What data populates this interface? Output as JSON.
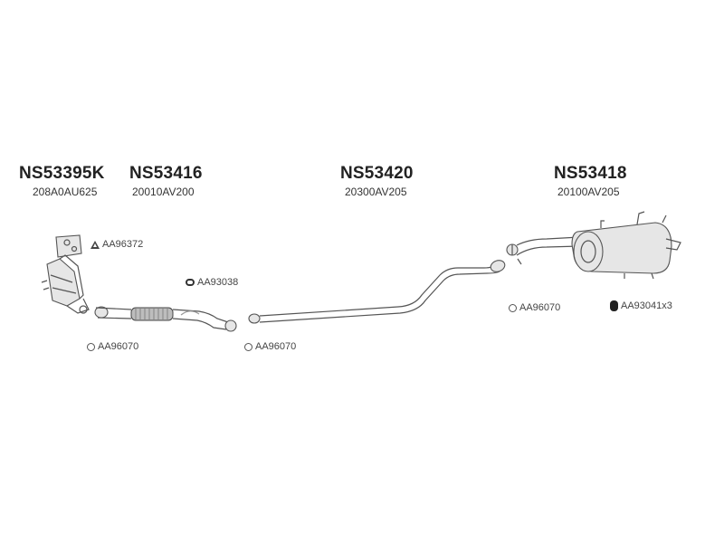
{
  "parts": [
    {
      "code": "NS53395K",
      "oem": "208A0AU625"
    },
    {
      "code": "NS53416",
      "oem": "20010AV200"
    },
    {
      "code": "NS53420",
      "oem": "20300AV205"
    },
    {
      "code": "NS53418",
      "oem": "20100AV205"
    }
  ],
  "accessories": [
    {
      "label": "AA96372",
      "icon": "gasket-triangle-icon"
    },
    {
      "label": "AA93038",
      "icon": "clamp-icon"
    },
    {
      "label": "AA96070",
      "icon": "ring-gasket-icon"
    },
    {
      "label": "AA96070",
      "icon": "ring-gasket-icon"
    },
    {
      "label": "AA96070",
      "icon": "ring-gasket-icon"
    },
    {
      "label": "AA93041x3",
      "icon": "rubber-mount-icon"
    }
  ]
}
